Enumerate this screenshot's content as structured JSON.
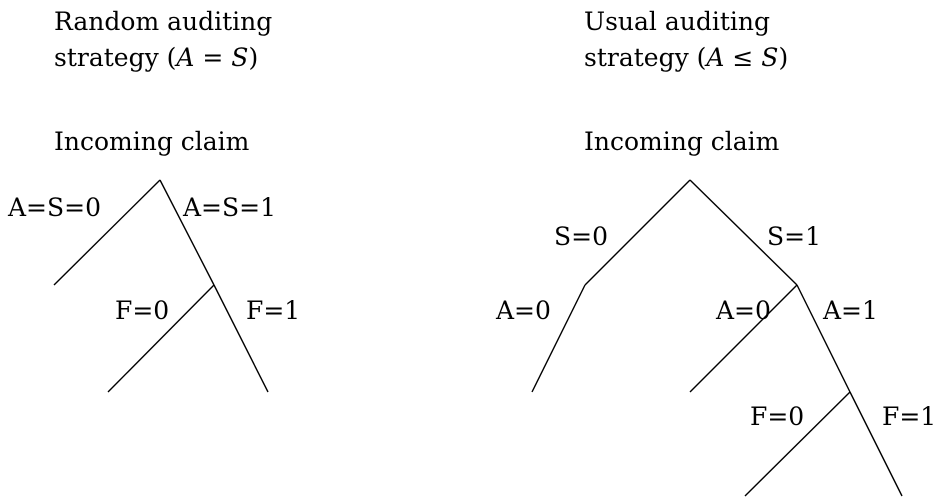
{
  "left_tree": {
    "title_line1": "Random auditing",
    "title_line2_prefix": "strategy (",
    "title_line2_math": "A = S",
    "title_line2_suffix": ")",
    "root_label": "Incoming claim",
    "labels": {
      "a_s_0": "A=S=0",
      "a_s_1": "A=S=1",
      "f_0": "F=0",
      "f_1": "F=1"
    }
  },
  "right_tree": {
    "title_line1": "Usual auditing",
    "title_line2_prefix": "strategy (",
    "title_line2_math": "A ≤ S",
    "title_line2_suffix": ")",
    "root_label": "Incoming claim",
    "labels": {
      "s_0": "S=0",
      "s_1": "S=1",
      "a_0_left": "A=0",
      "a_0_mid": "A=0",
      "a_1": "A=1",
      "f_0": "F=0",
      "f_1": "F=1"
    }
  },
  "colors": {
    "ink": "#000000",
    "background": "#ffffff"
  }
}
